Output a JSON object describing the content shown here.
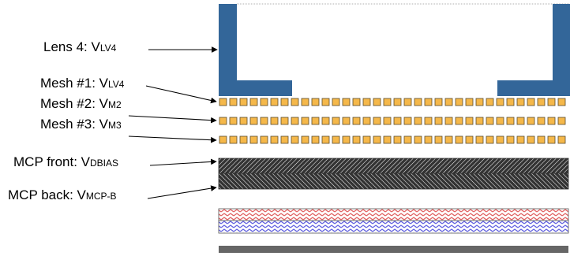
{
  "colors": {
    "lens": "#336699",
    "mesh_cell": "#F5B84A",
    "mesh_border": "#5A4A2A",
    "mcp": "#333333",
    "red_layer": "#E06060",
    "blue_layer": "#6060E0",
    "bottom_plate": "#666666",
    "arrow": "#000000"
  },
  "labels": [
    {
      "id": "lens4",
      "main": "Lens 4: V",
      "sub": "LV4"
    },
    {
      "id": "mesh1",
      "main": "Mesh #1: V",
      "sub": "LV4"
    },
    {
      "id": "mesh2",
      "main": "Mesh #2: V",
      "sub": "M2"
    },
    {
      "id": "mesh3",
      "main": "Mesh #3: V",
      "sub": "M3"
    },
    {
      "id": "mcp-front",
      "main": "MCP front: V",
      "sub": "DBIAS"
    },
    {
      "id": "mcp-back",
      "main": "MCP back: V",
      "sub": "MCP-B"
    }
  ]
}
